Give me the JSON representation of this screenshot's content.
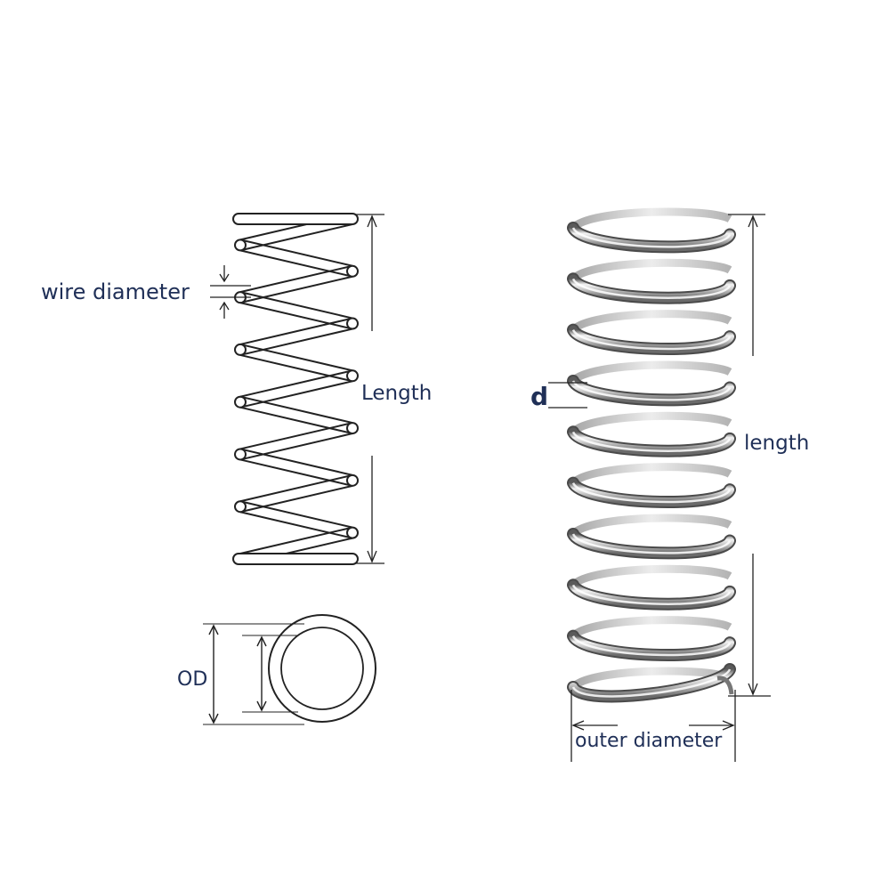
{
  "labels": {
    "wire_diameter": "wire diameter",
    "length_left": "Length",
    "od": "OD",
    "d": "d",
    "length_right": "length",
    "outer_diameter": "outer diameter"
  },
  "colors": {
    "label_text": "#1f2f57",
    "line": "#222222",
    "metal_light": "#f4f4f4",
    "metal_mid": "#b8b8b8",
    "metal_dark": "#5a5a5a"
  }
}
